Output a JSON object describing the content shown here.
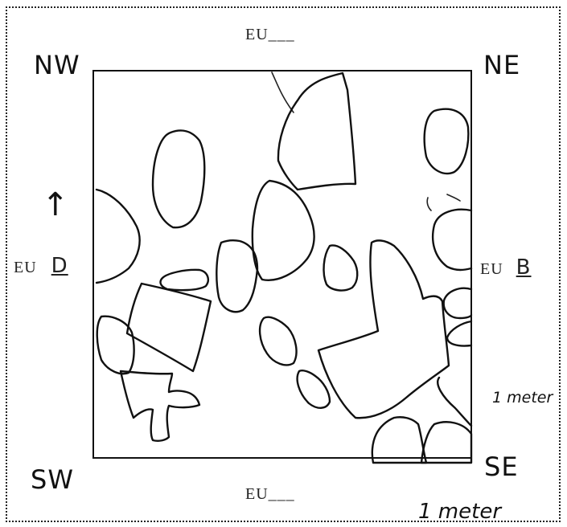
{
  "form": {
    "top_unit": "EU___",
    "bottom_unit": "EU___",
    "left_unit_prefix": "EU",
    "left_unit_value": "D",
    "right_unit_prefix": "EU",
    "right_unit_value": "B"
  },
  "corners": {
    "nw": "NW",
    "ne": "NE",
    "sw": "SW",
    "se": "SE"
  },
  "scale": {
    "vertical": "1 meter",
    "horizontal": "1 meter"
  },
  "north_arrow": "↑",
  "colors": {
    "ink": "#111111",
    "paper": "#ffffff"
  }
}
